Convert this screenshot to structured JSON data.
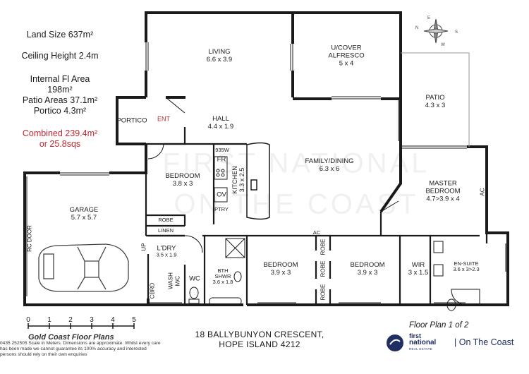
{
  "info": {
    "land_size": "Land Size 637m²",
    "ceiling_height": "Ceiling Height 2.4m",
    "internal_area_line1": "Internal Fl Area",
    "internal_area_line2": "198m²",
    "patio_areas": "Patio Areas 37.1m²",
    "portico_area": "Portico 4.3m²",
    "combined_line1": "Combined 239.4m²",
    "combined_line2": "or 25.8sqs",
    "combined_color": "#c0282d"
  },
  "rooms": {
    "living": {
      "name": "LIVING",
      "dims": "6.6 x 3.9"
    },
    "alfresco": {
      "name1": "U/COVER",
      "name2": "ALFRESCO",
      "dims": "5 x 4"
    },
    "patio": {
      "name": "PATIO",
      "dims": "4.3 x 3"
    },
    "portico": {
      "name": "PORTICO"
    },
    "entry": {
      "name": "ENT"
    },
    "hall": {
      "name": "HALL",
      "dims": "4.4 x 1.9"
    },
    "family": {
      "name": "FAMILY/DINING",
      "dims": "6.3 x 6"
    },
    "kitchen": {
      "name": "KITCHEN",
      "dims": "3.3 x 2.5",
      "fridge_small": "935W",
      "fridge": "FR",
      "oven": "OV",
      "pantry": "PTRY"
    },
    "bedroom_front": {
      "name": "BEDROOM",
      "dims": "3.8 x 3"
    },
    "master": {
      "name1": "MASTER",
      "name2": "BEDROOM",
      "dims": "4.7>3.9 x 4"
    },
    "garage": {
      "name": "GARAGE",
      "dims": "5.7 x 5.7",
      "door": "RC DOOR"
    },
    "robe": "ROBE",
    "linen": "LINEN",
    "laundry": {
      "name": "L'DRY",
      "dims": "3.5 x 1.9"
    },
    "wc": "WC",
    "cbrd": "CBRD",
    "wash": "WASH",
    "mc": "M/C",
    "up": "UP",
    "bath": {
      "line1": "BTH",
      "line2": "SHWR",
      "dims": "3.6 x 1.8"
    },
    "bedroom2": {
      "name": "BEDROOM",
      "dims": "3.9 x 3"
    },
    "bedroom3": {
      "name": "BEDROOM",
      "dims": "3.9 x 3"
    },
    "wir": {
      "name": "WIR",
      "dims": "3 x 1.5"
    },
    "ensuite": {
      "name": "EN-SUITE",
      "dims": "3.6 x 3>2.3"
    },
    "ac": "AC"
  },
  "watermark": {
    "line1": "FIRST NATIONAL",
    "line2": "ON THE COAST"
  },
  "scale": {
    "ticks": [
      "0",
      "1",
      "2",
      "3",
      "4",
      "5"
    ]
  },
  "brand": "Gold Coast Floor Plans",
  "disclaimer": "0435 252505 Scale in Meters. Dimensions are approximate. Whilst every care has been made we cannot guarantee its 100% accuracy and interested persons should rely on their own enquiries",
  "address": {
    "line1": "18 BALLYBUNYON CRESCENT,",
    "line2": "HOPE ISLAND 4212"
  },
  "floor_plan_label": "Floor Plan 1 of 2",
  "logo": {
    "line1": "first",
    "line2": "national",
    "line3": "REAL ESTATE",
    "tagline": "| On The Coast",
    "color": "#1f2e63"
  },
  "compass": {
    "n": "N",
    "s": "S",
    "e": "E",
    "w": "W"
  }
}
